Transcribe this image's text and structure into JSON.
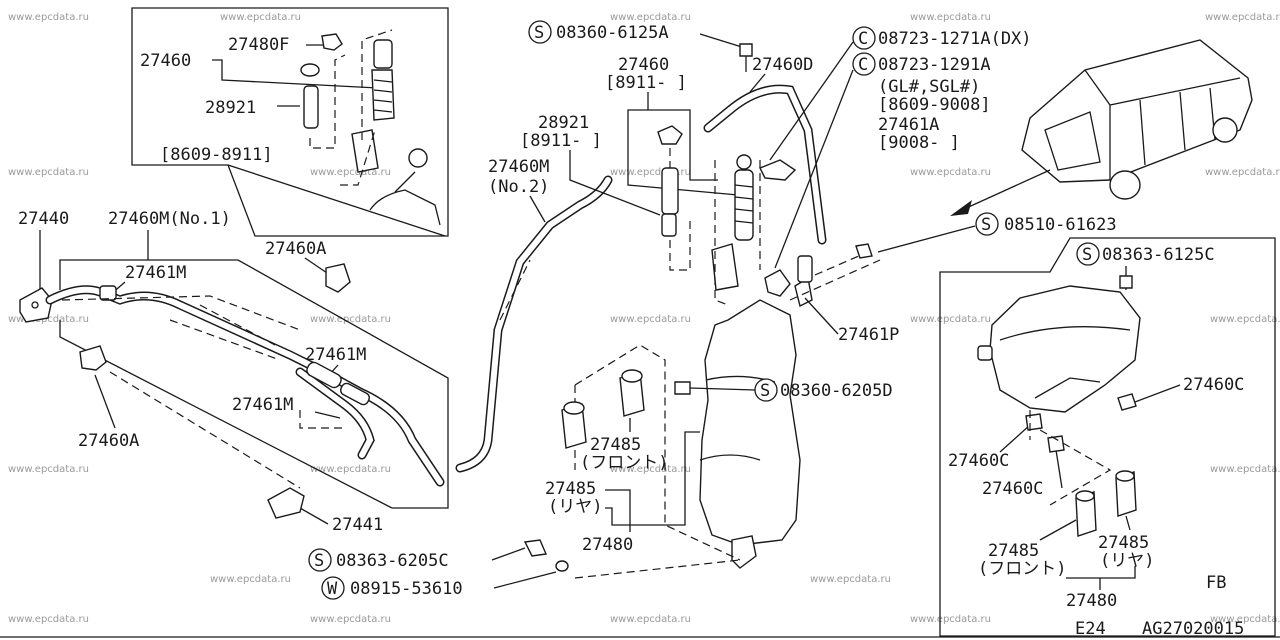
{
  "watermark": "www.epcdata.ru",
  "labels": {
    "l27480F": "27480F",
    "l27460_inset": "27460",
    "l28921_inset": "28921",
    "l8609_8911": "[8609-8911]",
    "l08360_6125A": "08360-6125A",
    "l27460_top": "27460",
    "l8911_a": "[8911-  ]",
    "l27460D": "27460D",
    "l28921": "28921",
    "l8911_b": "[8911-  ]",
    "l27460M_no2": "27460M",
    "l_no2": "(No.2)",
    "l08723_1271A": "08723-1271A(DX)",
    "l08723_1291A": "08723-1291A",
    "l_gl_sgl": "(GL#,SGL#)",
    "l8609_9008": "[8609-9008]",
    "l27461A": "27461A",
    "l9008": "[9008-  ]",
    "l27440": "27440",
    "l27460M_no1": "27460M(No.1)",
    "l27461M_a": "27461M",
    "l27460A_top": "27460A",
    "l27461M_b": "27461M",
    "l27461M_c": "27461M",
    "l27460A_bot": "27460A",
    "l27441": "27441",
    "l08510_61623": "08510-61623",
    "l27461P": "27461P",
    "l08360_6205D": "08360-6205D",
    "l27485_front": "27485",
    "l_front": "(フロント)",
    "l27485_rear": "27485",
    "l_rear": "(リヤ)",
    "l27480": "27480",
    "l08363_6205C": "08363-6205C",
    "l08915_53610": "08915-53610",
    "fb_08363_6125C": "08363-6125C",
    "fb_27460C_a": "27460C",
    "fb_27460C_b": "27460C",
    "fb_27460C_c": "27460C",
    "fb_27485_front": "27485",
    "fb_front": "(フロント)",
    "fb_27485_rear": "27485",
    "fb_rear": "(リヤ)",
    "fb_27480": "27480",
    "fb_tag": "FB",
    "page_code": "E24",
    "drawing_id": "AG27020015"
  },
  "prefix_symbols": {
    "screw": "S",
    "clip": "C",
    "washer": "W"
  }
}
